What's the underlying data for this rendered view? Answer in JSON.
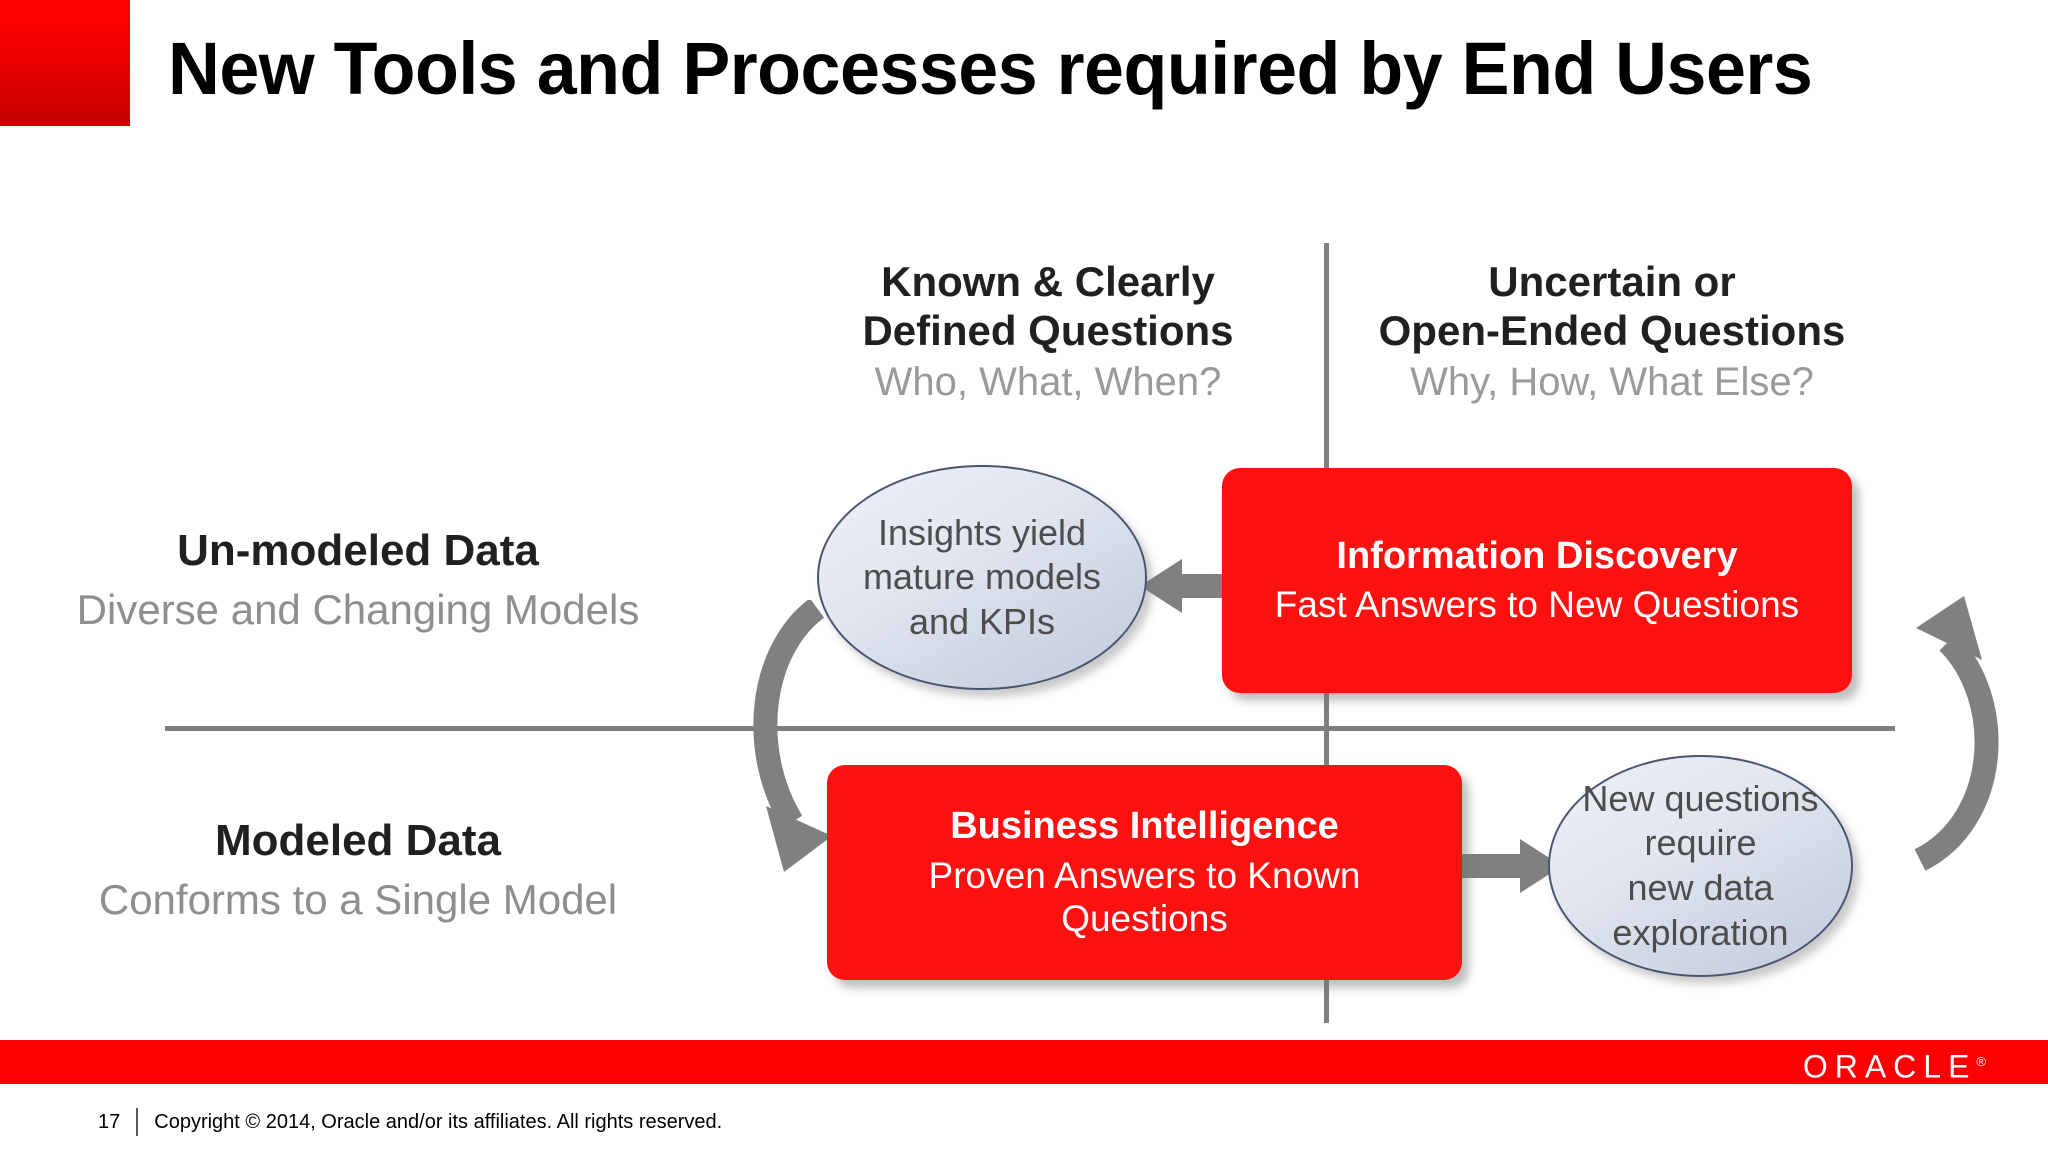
{
  "slide": {
    "title": "New Tools and Processes required by End Users"
  },
  "quadrant_headers": {
    "left": {
      "strong": "Known & Clearly",
      "strong2": "Defined Questions",
      "muted": "Who, What, When?"
    },
    "right": {
      "strong": "Uncertain or",
      "strong2": "Open-Ended Questions",
      "muted": "Why, How, What Else?"
    }
  },
  "row_labels": {
    "upper": {
      "strong": "Un-modeled Data",
      "muted": "Diverse and Changing Models"
    },
    "lower": {
      "strong": "Modeled Data",
      "muted": "Conforms to a Single Model"
    }
  },
  "boxes": {
    "information_discovery": {
      "title": "Information Discovery",
      "subtitle": "Fast Answers to New Questions"
    },
    "business_intelligence": {
      "title": "Business Intelligence",
      "subtitle_line1": "Proven Answers to Known",
      "subtitle_line2": "Questions"
    }
  },
  "ellipses": {
    "insights": {
      "line1": "Insights yield",
      "line2": "mature models",
      "line3": "and KPIs"
    },
    "new_questions": {
      "line1": "New questions",
      "line2": "require",
      "line3": "new data",
      "line4": "exploration"
    }
  },
  "icons": {
    "arrow_info_to_kpi": "arrow-left-icon",
    "arrow_bi_to_new": "arrow-right-icon",
    "curve_left": "curved-arrow-down-icon",
    "curve_right": "curved-arrow-up-icon"
  },
  "footer": {
    "page_number": "17",
    "copyright": "Copyright © 2014, Oracle and/or its affiliates. All rights reserved.",
    "logo": "ORACLE",
    "logo_mark": "®"
  },
  "colors": {
    "brand_red": "#fb0000",
    "box_red": "#fc1111",
    "axis_gray": "#7f7f7f",
    "arrow_gray": "#808080",
    "muted_text": "#8e8e8e",
    "dark_text": "#221f1f",
    "ellipse_fill": "#e2e7f0",
    "ellipse_border": "#4a5570"
  }
}
